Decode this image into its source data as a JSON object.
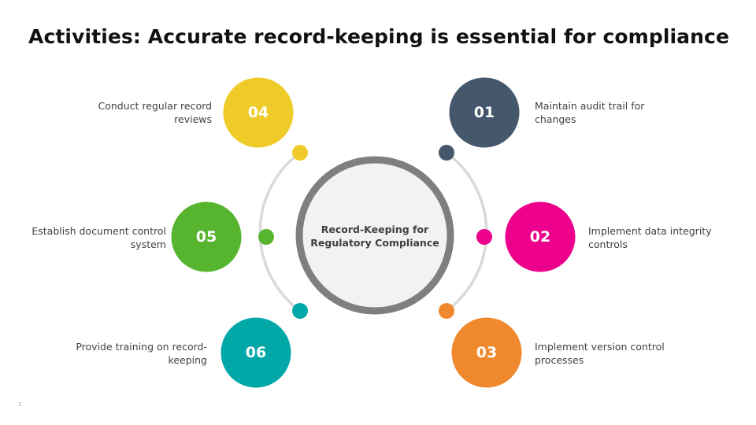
{
  "title": "Activities: Accurate record-keeping is essential for compliance",
  "center": {
    "line1": "Record-Keeping for",
    "line2": "Regulatory Compliance"
  },
  "items": [
    {
      "num": "01",
      "line1": "Maintain audit trail for",
      "line2": "changes",
      "color": "#44576B"
    },
    {
      "num": "02",
      "line1": "Implement data integrity",
      "line2": "controls",
      "color": "#EC008C"
    },
    {
      "num": "03",
      "line1": "Implement version control",
      "line2": "processes",
      "color": "#F0892D"
    },
    {
      "num": "04",
      "line1": "Conduct regular record",
      "line2": "reviews",
      "color": "#EFCB2A"
    },
    {
      "num": "05",
      "line1": "Establish document control",
      "line2": "system",
      "color": "#56B42F"
    },
    {
      "num": "06",
      "line1": "Provide training on record-",
      "line2": "keeping",
      "color": "#02A8A8"
    }
  ],
  "page_number": "1"
}
